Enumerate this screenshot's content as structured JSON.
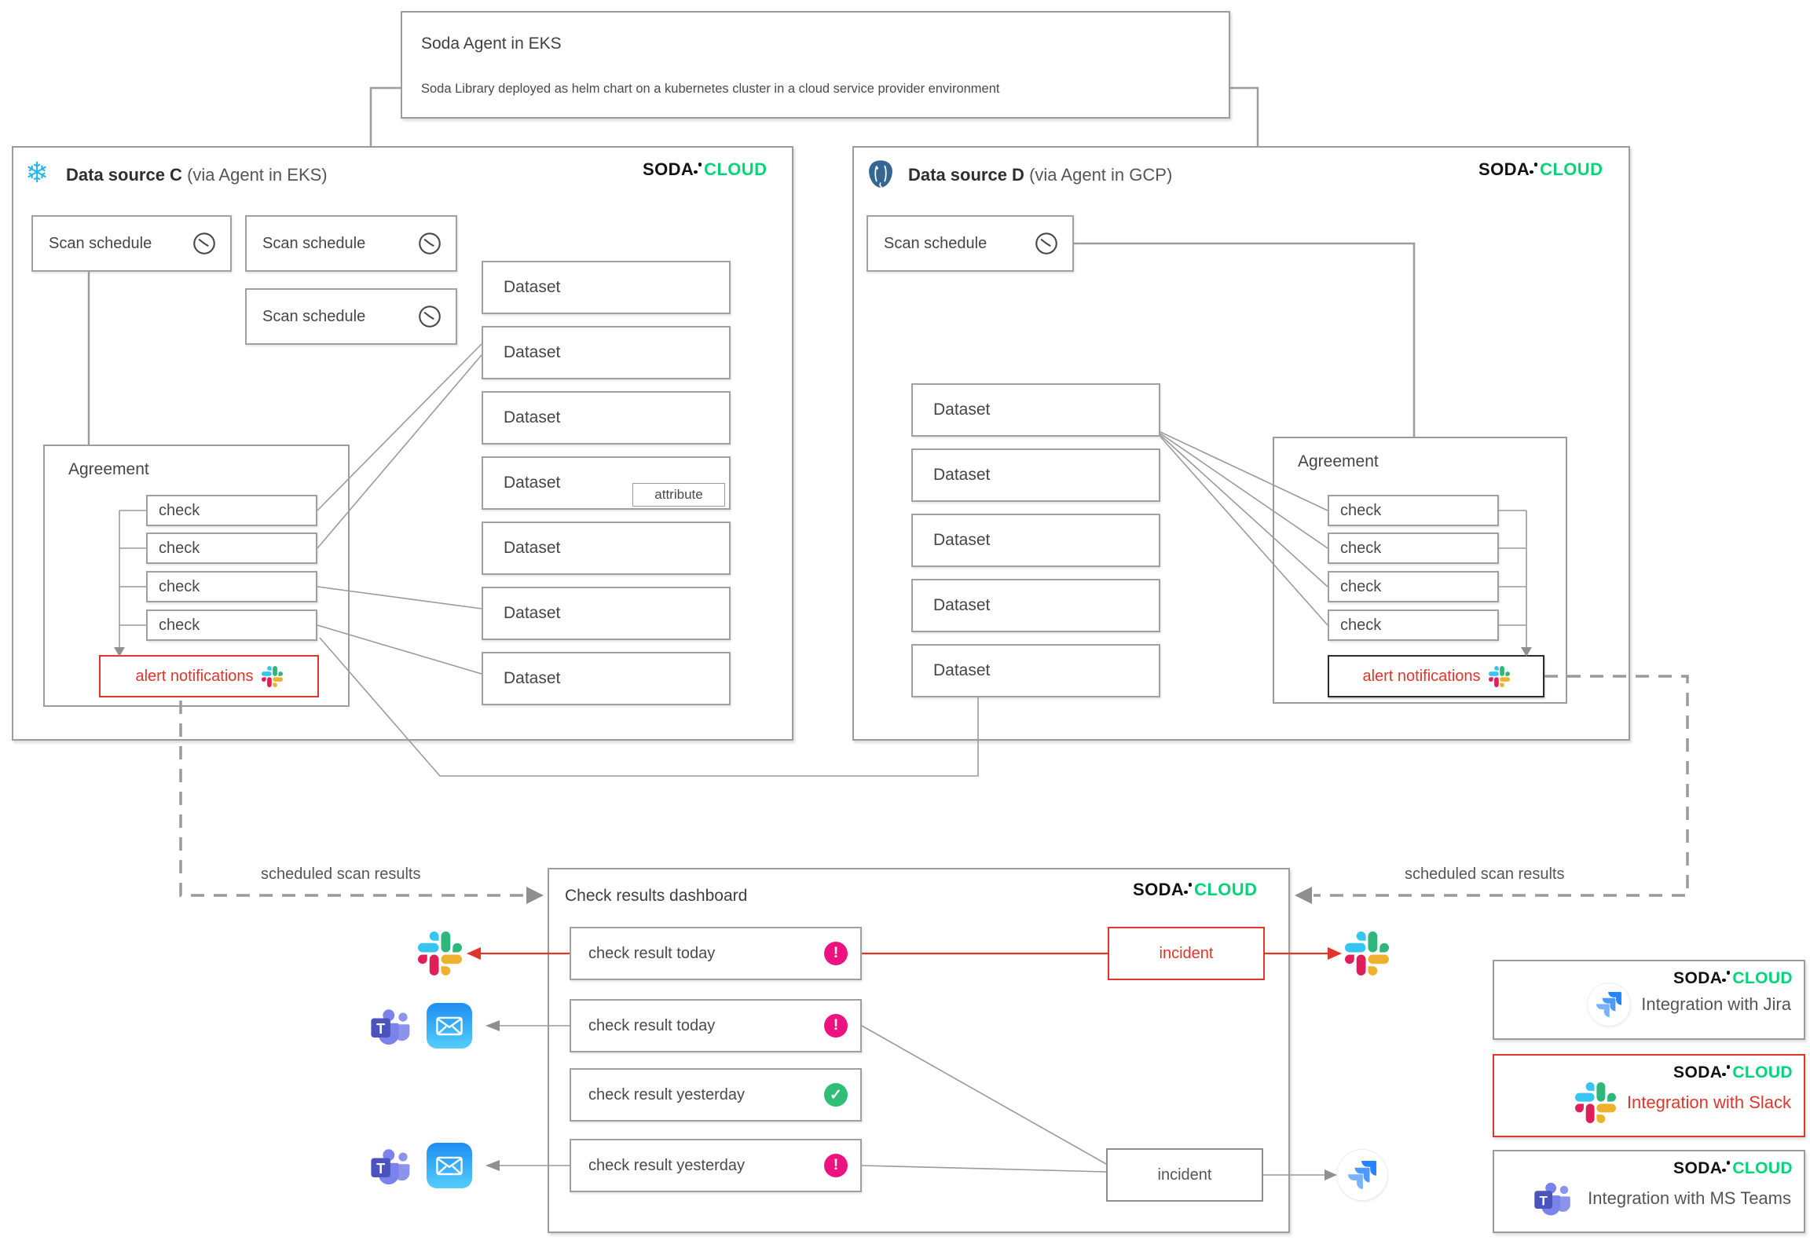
{
  "brand": {
    "soda": "SODA",
    "cloud": "CLOUD"
  },
  "agent_box": {
    "title": "Soda Agent in EKS",
    "subtitle": "Soda Library deployed as helm chart on a kubernetes cluster in a cloud service provider environment"
  },
  "datasource_c": {
    "title": "Data source C",
    "via": "(via Agent in EKS)",
    "scan_schedules": [
      "Scan schedule",
      "Scan schedule",
      "Scan schedule"
    ],
    "datasets": [
      "Dataset",
      "Dataset",
      "Dataset",
      "Dataset",
      "Dataset",
      "Dataset",
      "Dataset"
    ],
    "attribute_label": "attribute",
    "agreement": {
      "title": "Agreement",
      "checks": [
        "check",
        "check",
        "check",
        "check"
      ],
      "alert_label": "alert notifications"
    }
  },
  "datasource_d": {
    "title": "Data source D",
    "via": "(via Agent in GCP)",
    "scan_schedules": [
      "Scan schedule"
    ],
    "datasets": [
      "Dataset",
      "Dataset",
      "Dataset",
      "Dataset",
      "Dataset"
    ],
    "agreement": {
      "title": "Agreement",
      "checks": [
        "check",
        "check",
        "check",
        "check"
      ],
      "alert_label": "alert notifications"
    }
  },
  "dashboard": {
    "title": "Check results dashboard",
    "rows": [
      {
        "label": "check result today",
        "status": "fail",
        "glyph": "!"
      },
      {
        "label": "check result today",
        "status": "fail",
        "glyph": "!"
      },
      {
        "label": "check result yesterday",
        "status": "pass",
        "glyph": "✓"
      },
      {
        "label": "check result yesterday",
        "status": "fail",
        "glyph": "!"
      }
    ],
    "incident_red": "incident",
    "incident_gray": "incident"
  },
  "flow_labels": {
    "left": "scheduled scan results",
    "right": "scheduled scan results"
  },
  "integrations": [
    {
      "label": "Integration with Jira"
    },
    {
      "label": "Integration with Slack"
    },
    {
      "label": "Integration with MS Teams"
    }
  ],
  "colors": {
    "accent_red": "#e0352b",
    "fail_pink": "#EC1380",
    "pass_green": "#2EBE77",
    "soda_green": "#00D478",
    "line_gray": "#999999",
    "snowflake_blue": "#29B5E8",
    "postgres_blue": "#336791",
    "jira_blue": "#2684FF",
    "teams_purple": "#4B53BC"
  }
}
